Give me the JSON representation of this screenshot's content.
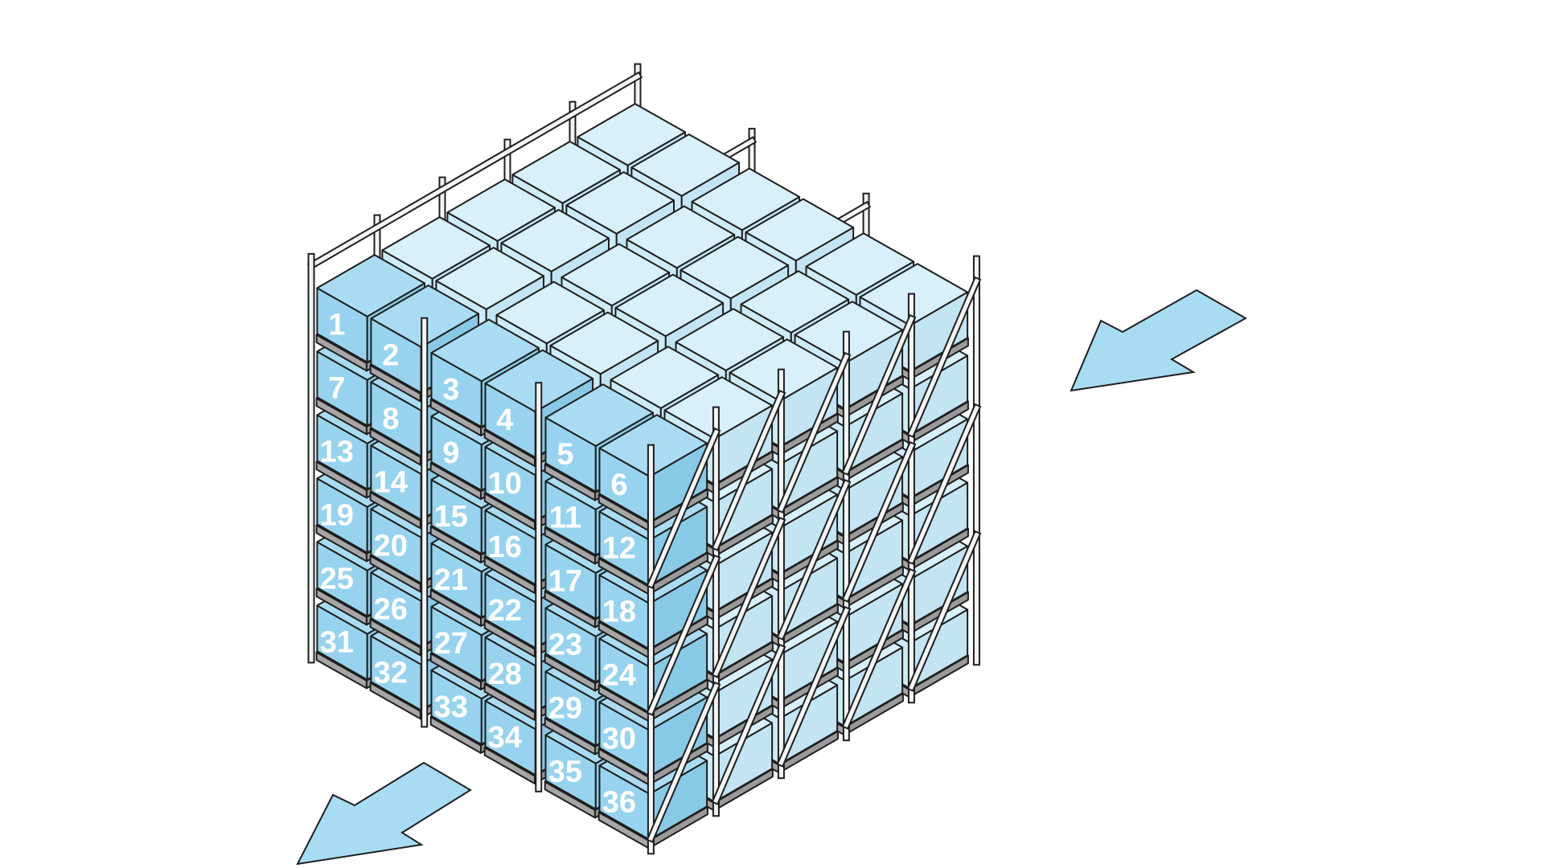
{
  "diagram": {
    "title": "Pallet flow racking",
    "columns": 6,
    "levels": 6,
    "depth_positions": 5,
    "front_labels": [
      "1",
      "2",
      "3",
      "4",
      "5",
      "6",
      "7",
      "8",
      "9",
      "10",
      "11",
      "12",
      "13",
      "14",
      "15",
      "16",
      "17",
      "18",
      "19",
      "20",
      "21",
      "22",
      "23",
      "24",
      "25",
      "26",
      "27",
      "28",
      "29",
      "30",
      "31",
      "32",
      "33",
      "34",
      "35",
      "36"
    ],
    "arrows": [
      {
        "name": "loading-direction-arrow",
        "meaning": "inflow"
      },
      {
        "name": "unloading-direction-arrow",
        "meaning": "outflow"
      }
    ]
  },
  "colors": {
    "front_top": "#a9dcf2",
    "front_face": "#97d3ee",
    "front_side": "#88c9e6",
    "back_top": "#d8f0fa",
    "back_face": "#cdebf7",
    "back_side": "#c2e4f3",
    "outline": "#1e1e1e",
    "pallet": "#b4b4b4",
    "rack": "#f4f4f4",
    "arrow": "#a8dcf3"
  }
}
